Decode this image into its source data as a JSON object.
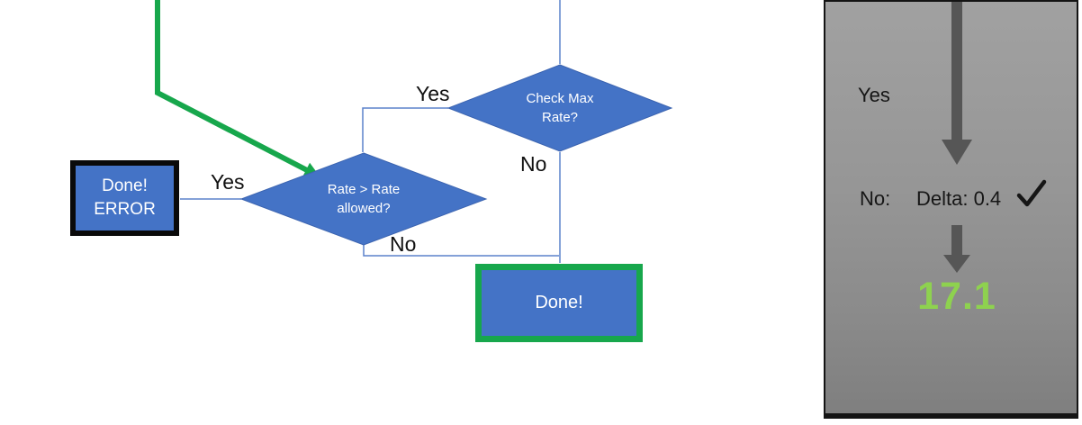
{
  "flowchart": {
    "check_max": {
      "label": "Check Max Rate?",
      "yes": "Yes",
      "no": "No"
    },
    "rate_allowed": {
      "label": "Rate > Rate allowed?",
      "yes": "Yes",
      "no": "No"
    },
    "done_error_box": {
      "line1": "Done!",
      "line2": "ERROR"
    },
    "done_box": {
      "label": "Done!"
    }
  },
  "side_panel": {
    "yes_label": "Yes",
    "no_label": "No:",
    "delta_text": "Delta: 0.4",
    "check_mark": "check",
    "result": "17.1"
  },
  "colors": {
    "shape_blue": "#4473c6",
    "shape_blue_border": "#3c64b0",
    "connector_blue": "#5b82cb",
    "flow_green": "#17a74c",
    "result_green": "#8ed24f",
    "arrow_gray": "#565656",
    "panel_gray": "#969696",
    "border_black": "#0a0a0a"
  }
}
